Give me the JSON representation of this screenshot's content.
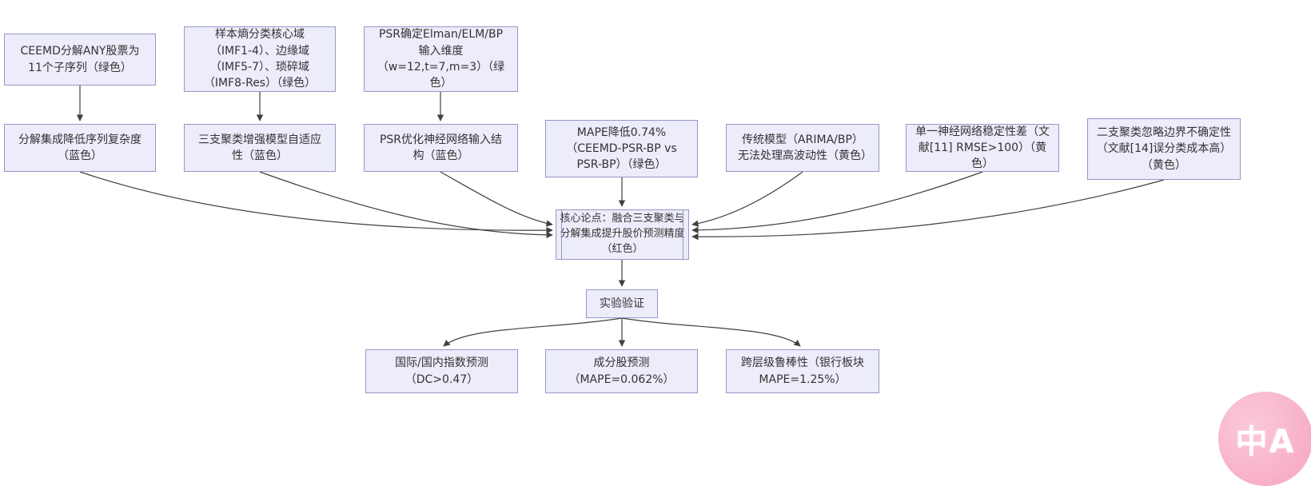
{
  "diagram": {
    "nodes": {
      "ceemd": {
        "text": "CEEMD分解ANY股票为11个子序列（绿色）"
      },
      "sample_entropy": {
        "text": "样本熵分类核心域（IMF1-4）、边缘域（IMF5-7）、琐碎域（IMF8-Res）（绿色）"
      },
      "psr_input": {
        "text": "PSR确定Elman/ELM/BP输入维度（w=12,t=7,m=3）（绿色）"
      },
      "decomp": {
        "text": "分解集成降低序列复杂度（蓝色）"
      },
      "three_way": {
        "text": "三支聚类增强模型自适应性（蓝色）"
      },
      "psr_opt": {
        "text": "PSR优化神经网络输入结构（蓝色）"
      },
      "mape_drop": {
        "text": "MAPE降低0.74%（CEEMD-PSR-BP vs PSR-BP）（绿色）"
      },
      "traditional": {
        "text": "传统模型（ARIMA/BP）无法处理高波动性（黄色）"
      },
      "single_nn": {
        "text": "单一神经网络稳定性差（文献[11] RMSE>100）（黄色）"
      },
      "two_way": {
        "text": "二支聚类忽略边界不确定性（文献[14]误分类成本高）（黄色）"
      },
      "core": {
        "text": "核心论点：融合三支聚类与分解集成提升股价预测精度（红色）"
      },
      "experiment": {
        "text": "实验验证"
      },
      "index_pred": {
        "text": "国际/国内指数预测（DC>0.47）"
      },
      "stock_pred": {
        "text": "成分股预测（MAPE=0.062%）"
      },
      "robustness": {
        "text": "跨层级鲁棒性（银行板块 MAPE=1.25%）"
      }
    },
    "edges": [
      {
        "from": "ceemd",
        "to": "decomp"
      },
      {
        "from": "sample_entropy",
        "to": "three_way"
      },
      {
        "from": "psr_input",
        "to": "psr_opt"
      },
      {
        "from": "decomp",
        "to": "core"
      },
      {
        "from": "three_way",
        "to": "core"
      },
      {
        "from": "psr_opt",
        "to": "core"
      },
      {
        "from": "mape_drop",
        "to": "core"
      },
      {
        "from": "traditional",
        "to": "core"
      },
      {
        "from": "single_nn",
        "to": "core"
      },
      {
        "from": "two_way",
        "to": "core"
      },
      {
        "from": "core",
        "to": "experiment"
      },
      {
        "from": "experiment",
        "to": "index_pred"
      },
      {
        "from": "experiment",
        "to": "stock_pred"
      },
      {
        "from": "experiment",
        "to": "robustness"
      }
    ],
    "colors": {
      "node_fill": "#ececfa",
      "node_border": "#9696c8",
      "edge": "#404040",
      "text": "#333333",
      "badge_pink": "#f7afc7"
    }
  },
  "badge": {
    "label": "中A"
  }
}
